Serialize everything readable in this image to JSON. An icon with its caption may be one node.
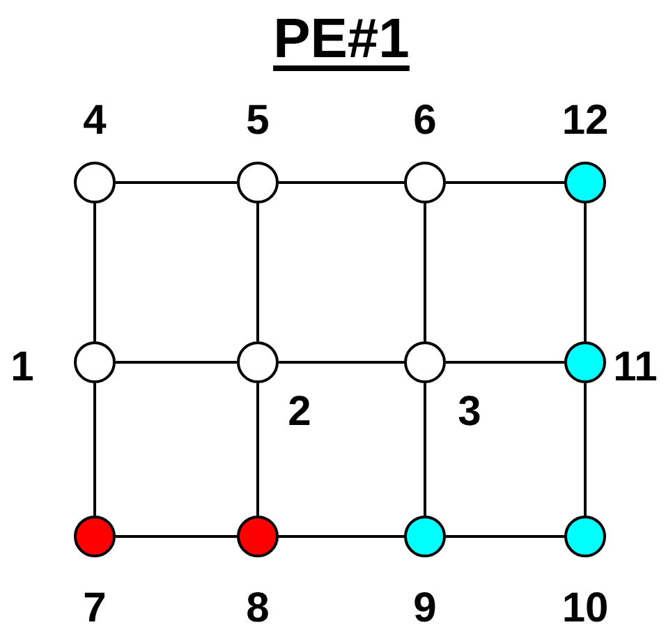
{
  "diagram": {
    "title": "PE#1",
    "nodes": [
      {
        "text": [],
        "shape": "circle",
        "beside": [
          "4"
        ]
      },
      {
        "text": [],
        "shape": "circle",
        "beside": [
          "5"
        ]
      },
      {
        "text": [],
        "shape": "circle",
        "beside": [
          "6"
        ]
      },
      {
        "text": [],
        "shape": "circle",
        "beside": [
          "12"
        ]
      },
      {
        "text": [],
        "shape": "circle",
        "beside": [
          "1"
        ]
      },
      {
        "text": [],
        "shape": "circle",
        "beside": [
          "2"
        ]
      },
      {
        "text": [],
        "shape": "circle",
        "beside": [
          "3"
        ]
      },
      {
        "text": [],
        "shape": "circle",
        "beside": [
          "11"
        ]
      },
      {
        "text": [],
        "shape": "circle",
        "beside": [
          "7"
        ]
      },
      {
        "text": [],
        "shape": "circle",
        "beside": [
          "8"
        ]
      },
      {
        "text": [],
        "shape": "circle",
        "beside": [
          "9"
        ]
      },
      {
        "text": [],
        "shape": "circle",
        "beside": [
          "10"
        ]
      }
    ],
    "edges": [
      {
        "from": 0,
        "to": 1,
        "arrow": "none"
      },
      {
        "from": 1,
        "to": 2,
        "arrow": "none"
      },
      {
        "from": 2,
        "to": 3,
        "arrow": "none"
      },
      {
        "from": 4,
        "to": 5,
        "arrow": "none"
      },
      {
        "from": 5,
        "to": 6,
        "arrow": "none"
      },
      {
        "from": 6,
        "to": 7,
        "arrow": "none"
      },
      {
        "from": 8,
        "to": 9,
        "arrow": "none"
      },
      {
        "from": 9,
        "to": 10,
        "arrow": "none"
      },
      {
        "from": 10,
        "to": 11,
        "arrow": "none"
      },
      {
        "from": 0,
        "to": 4,
        "arrow": "none"
      },
      {
        "from": 4,
        "to": 8,
        "arrow": "none"
      },
      {
        "from": 1,
        "to": 5,
        "arrow": "none"
      },
      {
        "from": 5,
        "to": 9,
        "arrow": "none"
      },
      {
        "from": 2,
        "to": 6,
        "arrow": "none"
      },
      {
        "from": 6,
        "to": 10,
        "arrow": "none"
      },
      {
        "from": 3,
        "to": 7,
        "arrow": "none"
      },
      {
        "from": 7,
        "to": 11,
        "arrow": "none"
      }
    ]
  }
}
